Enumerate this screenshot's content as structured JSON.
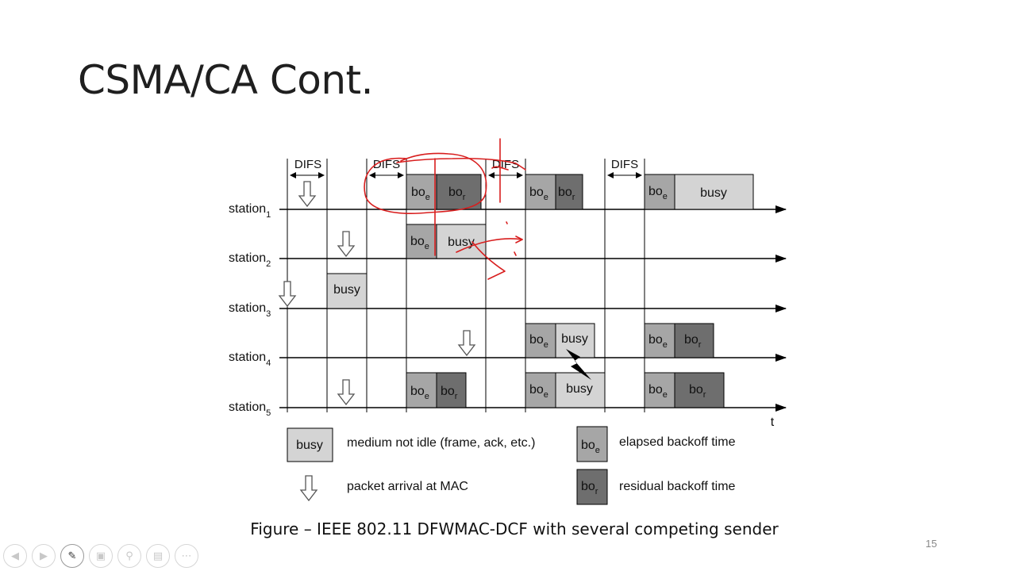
{
  "slide": {
    "title": "CSMA/CA Cont.",
    "page_number": "15"
  },
  "figure": {
    "caption": "Figure – IEEE 802.11 DFWMAC-DCF with several competing sender",
    "difs_label": "DIFS",
    "time_axis_label": "t",
    "stations": [
      {
        "name": "station",
        "sub": "1"
      },
      {
        "name": "station",
        "sub": "2"
      },
      {
        "name": "station",
        "sub": "3"
      },
      {
        "name": "station",
        "sub": "4"
      },
      {
        "name": "station",
        "sub": "5"
      }
    ],
    "block_labels": {
      "busy": "busy",
      "bo": "bo",
      "elapsed_sub": "e",
      "residual_sub": "r"
    },
    "legend": {
      "busy": "medium not idle (frame, ack, etc.)",
      "arrival": "packet arrival at MAC",
      "elapsed": "elapsed backoff time",
      "residual": "residual backoff time"
    },
    "colors": {
      "busy": "#d4d4d4",
      "elapsed": "#a6a6a6",
      "residual": "#6e6e6e",
      "annotation": "#d81e1e"
    }
  },
  "toolbar": {
    "buttons": [
      {
        "icon": "previous-icon"
      },
      {
        "icon": "next-icon"
      },
      {
        "icon": "pen-icon"
      },
      {
        "icon": "slides-icon"
      },
      {
        "icon": "zoom-icon"
      },
      {
        "icon": "subtitle-icon"
      },
      {
        "icon": "more-icon"
      }
    ]
  }
}
